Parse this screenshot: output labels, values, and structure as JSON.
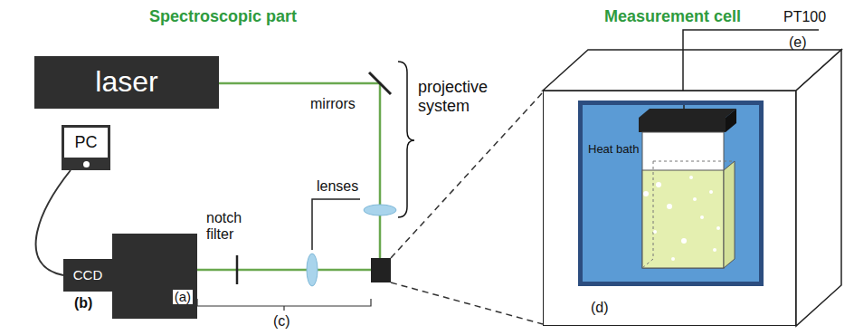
{
  "diagram": {
    "nodes": [
      {
        "text": [
          "laser"
        ]
      },
      {
        "text": [
          "PC"
        ]
      },
      {
        "text": [
          "CCD"
        ]
      },
      {
        "text": [
          "(a)"
        ]
      },
      {
        "text": [
          "(d)"
        ]
      },
      {
        "text": [
          "Heat bath"
        ],
        "in": 4
      }
    ],
    "edges": [
      {
        "from": 1,
        "to": 2,
        "arrow": "none"
      }
    ],
    "labels": [
      "Spectroscopic part",
      "Measurement cell",
      "mirrors",
      "projective system",
      "lenses",
      "notch filter",
      "(b)",
      "(c)",
      "PT100",
      "(e)"
    ]
  }
}
